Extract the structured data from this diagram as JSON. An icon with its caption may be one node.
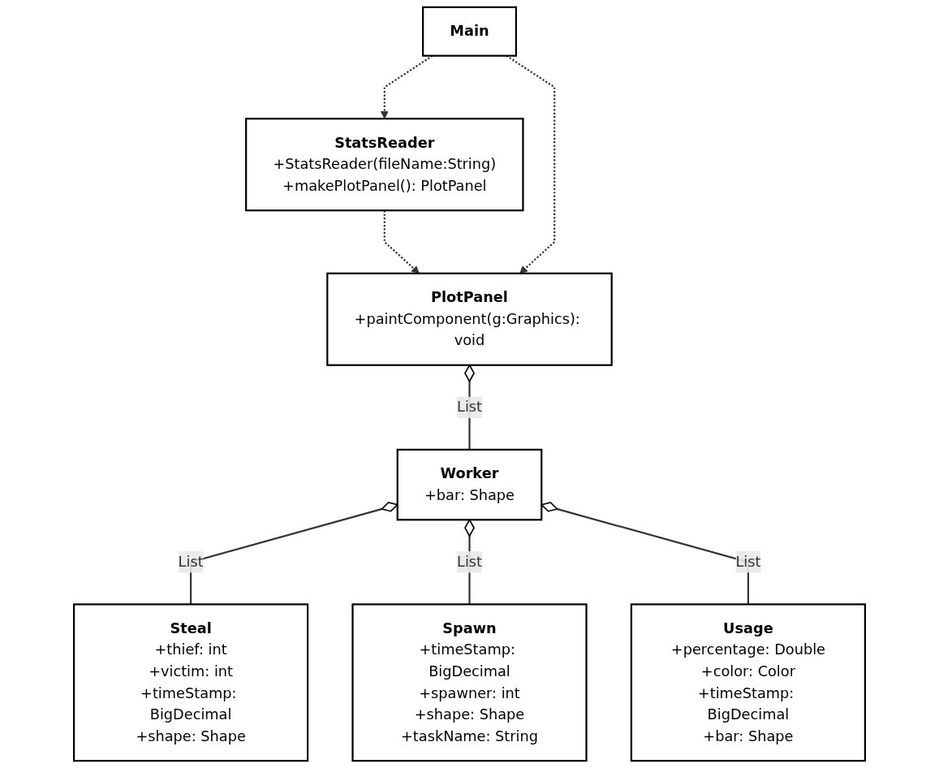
{
  "diagram": {
    "nodes": [
      {
        "text": [
          "Main"
        ]
      },
      {
        "text": [
          "StatsReader",
          "+StatsReader(fileName:String)",
          "+makePlotPanel(): PlotPanel"
        ]
      },
      {
        "text": [
          "PlotPanel",
          "+paintComponent(g:Graphics): void"
        ]
      },
      {
        "text": [
          "Worker",
          "+bar: Shape"
        ]
      },
      {
        "text": [
          "Steal",
          "+thief: int",
          "+victim: int",
          "+timeStamp: BigDecimal",
          "+shape: Shape"
        ]
      },
      {
        "text": [
          "Spawn",
          "+timeStamp: BigDecimal",
          "+spawner: int",
          "+shape: Shape",
          "+taskName: String"
        ]
      },
      {
        "text": [
          "Usage",
          "+percentage: Double",
          "+color: Color",
          "+timeStamp: BigDecimal",
          "+bar: Shape"
        ]
      }
    ],
    "edges": [
      {
        "from": 0,
        "to": 1,
        "arrow": "to",
        "style": "dashed"
      },
      {
        "from": 1,
        "to": 2,
        "arrow": "to",
        "style": "dashed"
      },
      {
        "from": 0,
        "to": 2,
        "arrow": "to",
        "style": "dashed"
      },
      {
        "from": 2,
        "to": 3,
        "arrow": "other",
        "label": "List"
      },
      {
        "from": 3,
        "to": 4,
        "arrow": "other",
        "label": "List"
      },
      {
        "from": 3,
        "to": 5,
        "arrow": "other",
        "label": "List"
      },
      {
        "from": 3,
        "to": 6,
        "arrow": "other",
        "label": "List"
      }
    ]
  }
}
